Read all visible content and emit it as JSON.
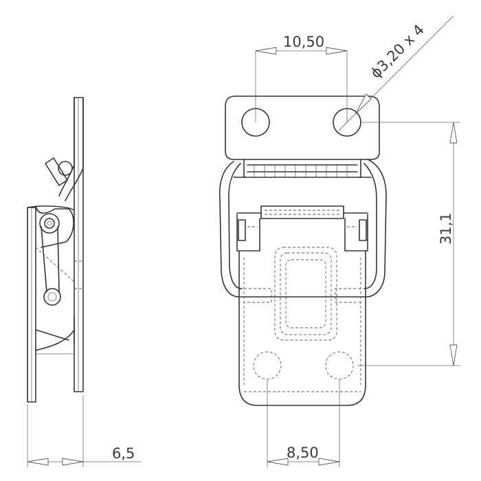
{
  "dimensions": {
    "top_width": "10,50",
    "hole_callout": "ϕ3,20 x 4",
    "height": "31,1",
    "bottom_width": "8,50",
    "side_depth": "6,5"
  }
}
